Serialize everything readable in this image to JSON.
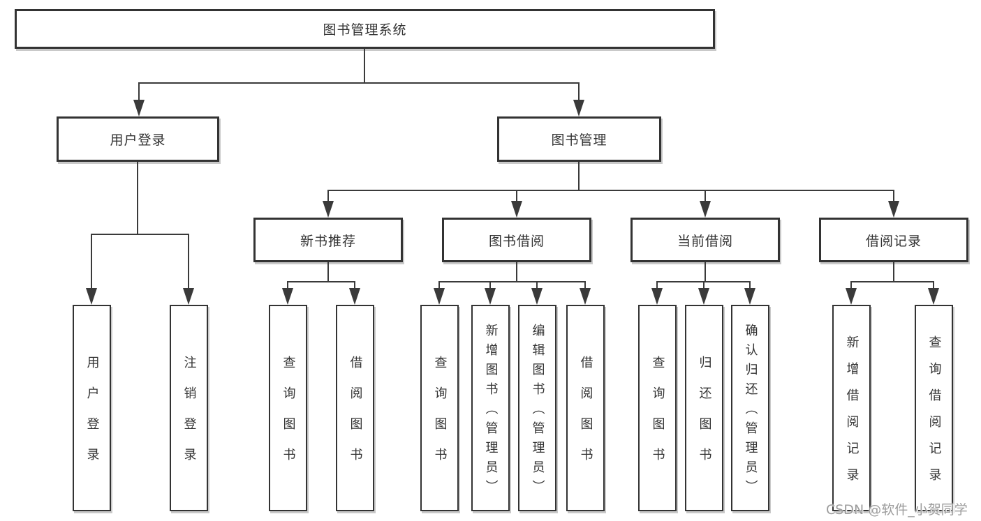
{
  "diagram": {
    "title": "图书管理系统",
    "root": {
      "label": "图书管理系统"
    },
    "level2": [
      {
        "label": "用户登录"
      },
      {
        "label": "图书管理"
      }
    ],
    "level3": [
      {
        "label": "新书推荐",
        "parent": "图书管理"
      },
      {
        "label": "图书借阅",
        "parent": "图书管理"
      },
      {
        "label": "当前借阅",
        "parent": "图书管理"
      },
      {
        "label": "借阅记录",
        "parent": "图书管理"
      }
    ],
    "leaves": [
      {
        "label": "用户登录",
        "parent": "用户登录"
      },
      {
        "label": "注销登录",
        "parent": "用户登录"
      },
      {
        "label": "查询图书",
        "parent": "新书推荐"
      },
      {
        "label": "借阅图书",
        "parent": "新书推荐"
      },
      {
        "label": "查询图书",
        "parent": "图书借阅"
      },
      {
        "label": "新增图书（管理员）",
        "parent": "图书借阅"
      },
      {
        "label": "编辑图书（管理员）",
        "parent": "图书借阅"
      },
      {
        "label": "借阅图书",
        "parent": "图书借阅"
      },
      {
        "label": "查询图书",
        "parent": "当前借阅"
      },
      {
        "label": "归还图书",
        "parent": "当前借阅"
      },
      {
        "label": "确认归还（管理员）",
        "parent": "当前借阅"
      },
      {
        "label": "新增借阅记录",
        "parent": "借阅记录"
      },
      {
        "label": "查询借阅记录",
        "parent": "借阅记录"
      }
    ],
    "watermark": "CSDN @软件_小贺同学",
    "colors": {
      "line": "#3a3a3a",
      "box_border": "#333333",
      "text": "#333333",
      "watermark": "#9c9c9c",
      "background": "#ffffff"
    }
  }
}
